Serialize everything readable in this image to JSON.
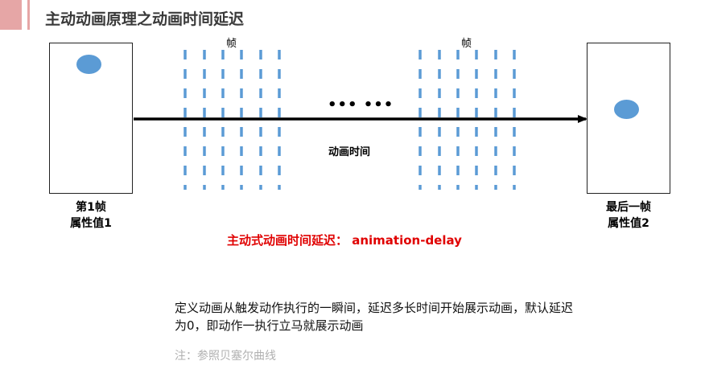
{
  "header": {
    "title": "主动动画原理之动画时间延迟"
  },
  "frames": {
    "first": {
      "label_line1": "第1帧",
      "label_line2": "属性值1"
    },
    "last": {
      "label_line1": "最后一帧",
      "label_line2": "属性值2"
    },
    "group_tag_left": "帧",
    "group_tag_right": "帧"
  },
  "timeline": {
    "label": "动画时间",
    "ellipsis": "••• •••"
  },
  "delay": {
    "title": "主动式动画时间延迟： animation-delay"
  },
  "description": {
    "text": "定义动画从触发动作执行的一瞬间，延迟多长时间开始展示动画，默认延迟为0，即动作一执行立马就展示动画"
  },
  "note": {
    "text": "注：参照贝塞尔曲线"
  },
  "colors": {
    "accent": "#e6a6a6",
    "ball": "#5b9bd5",
    "frame_dash": "#5b9bd5",
    "highlight_text": "#e00000",
    "note_text": "#b0b0b0"
  }
}
